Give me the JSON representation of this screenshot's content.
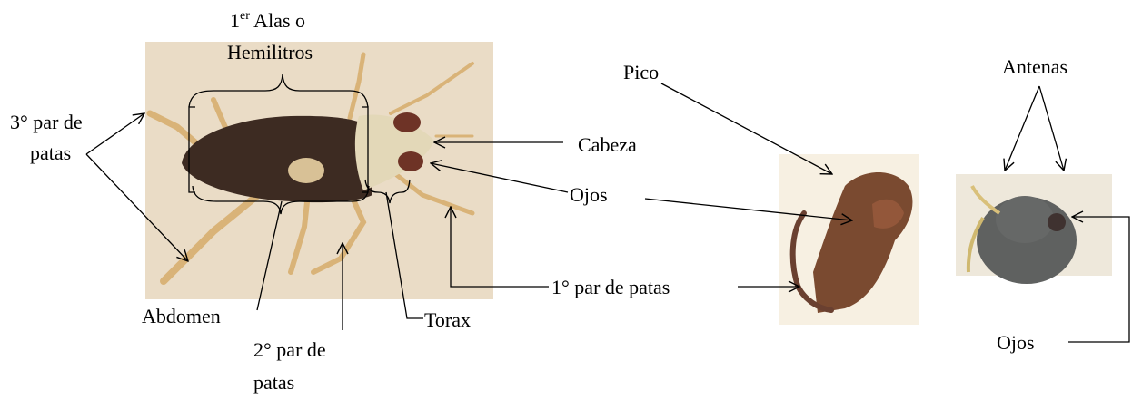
{
  "labels": {
    "alas_line1_num": "1",
    "alas_line1_sup": "er",
    "alas_line1_text": " Alas o",
    "alas_line2": "Hemilitros",
    "patas3_line1": "3° par de",
    "patas3_line2": "patas",
    "pico": "Pico",
    "cabeza": "Cabeza",
    "ojos_main": "Ojos",
    "patas1": "1° par de patas",
    "abdomen": "Abdomen",
    "torax": "Torax",
    "patas2_line1": "2°  par  de",
    "patas2_line2": "patas",
    "antenas": "Antenas",
    "ojos_right": "Ojos"
  },
  "colors": {
    "photo_background": "#eadcc6",
    "insect_body": "#3d2b22",
    "insect_head": "#e3d8b8",
    "insect_eye": "#6e3326",
    "leg": "#d9b378",
    "annotation_line": "#000000"
  }
}
